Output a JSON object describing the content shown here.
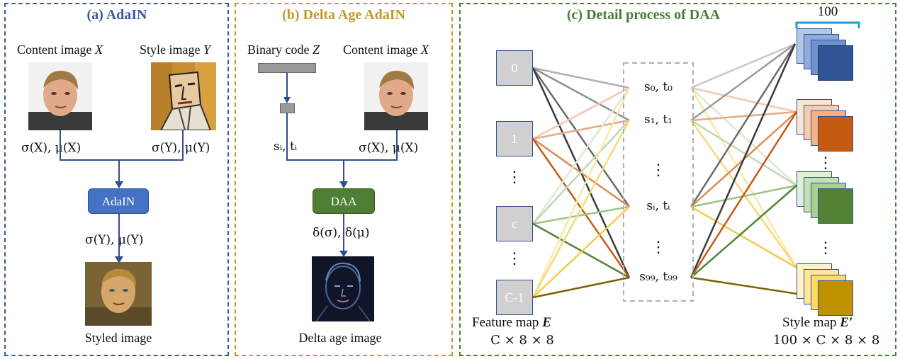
{
  "panels": {
    "a": {
      "title": "(a) AdaIN",
      "title_color": "#3c5a9f"
    },
    "b": {
      "title": "(b) Delta Age AdaIN",
      "title_color": "#c29a2a"
    },
    "c": {
      "title": "(c) Detail process of DAA",
      "title_color": "#4b7a34"
    }
  },
  "a": {
    "content_label": "Content image",
    "content_var": "X",
    "style_label": "Style image",
    "style_var": "Y",
    "stats_content": "σ(X), μ(X)",
    "stats_style": "σ(Y), μ(Y)",
    "node": "AdaIN",
    "stats_out": "σ(Y), μ(Y)",
    "output_label": "Styled image"
  },
  "b": {
    "binary_label": "Binary code",
    "binary_var": "Z",
    "content_label": "Content image",
    "content_var": "X",
    "st_label": "sᵢ, tᵢ",
    "stats_content": "σ(X), μ(X)",
    "node": "DAA",
    "stats_out": "δ(σ), δ(μ)",
    "output_label": "Delta age image"
  },
  "c": {
    "feature_boxes": [
      "0",
      "1",
      "c",
      "C-1"
    ],
    "st_rows": [
      "s₀, t₀",
      "s₁, t₁",
      "sᵢ, tᵢ",
      "s₉₉, t₉₉"
    ],
    "dots": "⋮",
    "count_label": "100",
    "feature_map_label": "Feature map",
    "feature_map_var": "E",
    "feature_map_dims": "C × 8 × 8",
    "style_map_label": "Style map",
    "style_map_var": "E′",
    "style_map_dims": "100 × C × 8 × 8"
  },
  "colors": {
    "arrow_blue": "#2f4f8f",
    "adain_btn": "#4472c4",
    "daa_btn": "#4f7f34",
    "stack_blue": "#2f5597",
    "stack_orange": "#c55a11",
    "stack_green": "#548235",
    "stack_gold": "#bf9000"
  }
}
